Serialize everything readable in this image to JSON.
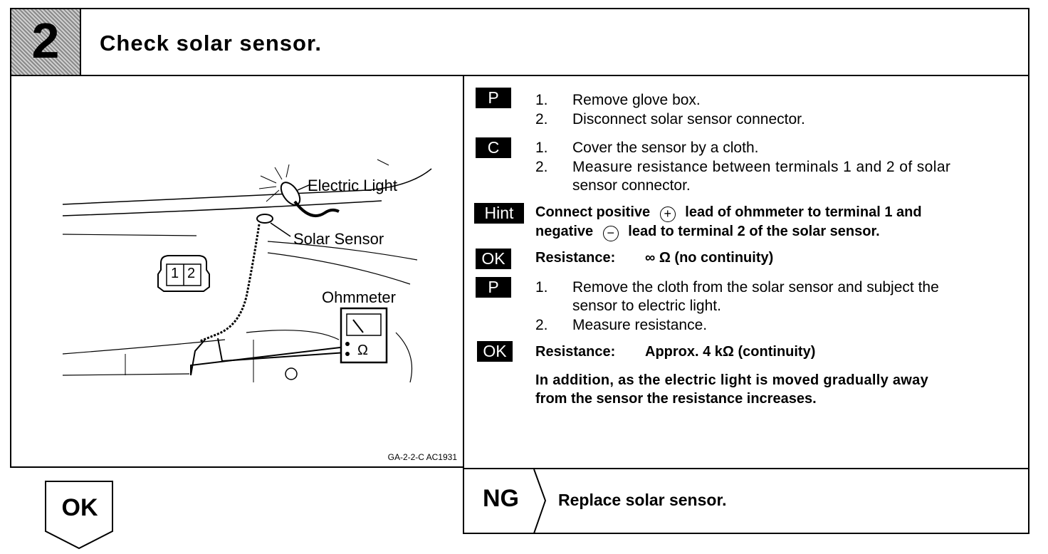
{
  "header": {
    "step_number": "2",
    "title": "Check solar sensor."
  },
  "figure": {
    "labels": {
      "electric_light": "Electric Light",
      "solar_sensor": "Solar Sensor",
      "ohmmeter": "Ohmmeter",
      "connector_1": "1",
      "connector_2": "2",
      "omega": "Ω"
    },
    "code": "GA-2-2-C AC1931"
  },
  "instructions": {
    "p1": {
      "badge": "P",
      "items": [
        {
          "num": "1.",
          "text": "Remove glove box."
        },
        {
          "num": "2.",
          "text": "Disconnect solar sensor connector."
        }
      ]
    },
    "c": {
      "badge": "C",
      "items": [
        {
          "num": "1.",
          "text": "Cover the sensor by a cloth."
        },
        {
          "num": "2.",
          "text_1": "Measure resistance between terminals 1 and 2 of solar",
          "text_2": "sensor connector."
        }
      ]
    },
    "hint": {
      "badge": "Hint",
      "a": "Connect positive",
      "b": "lead of ohmmeter to terminal 1 and",
      "c": "negative",
      "d": "lead to terminal 2 of the solar sensor."
    },
    "ok1": {
      "badge": "OK",
      "label": "Resistance:",
      "value": "∞ Ω (no continuity)"
    },
    "p2": {
      "badge": "P",
      "items": [
        {
          "num": "1.",
          "text_1": "Remove the cloth from the solar sensor and subject the",
          "text_2": "sensor to electric light."
        },
        {
          "num": "2.",
          "text": "Measure resistance."
        }
      ]
    },
    "ok2": {
      "badge": "OK",
      "label": "Resistance:",
      "value": "Approx. 4 kΩ (continuity)",
      "note_1": "In addition, as the electric light is moved gradually away",
      "note_2": "from the sensor the resistance increases."
    }
  },
  "ok_arrow": {
    "label": "OK"
  },
  "ng": {
    "label": "NG",
    "text": "Replace solar sensor."
  }
}
